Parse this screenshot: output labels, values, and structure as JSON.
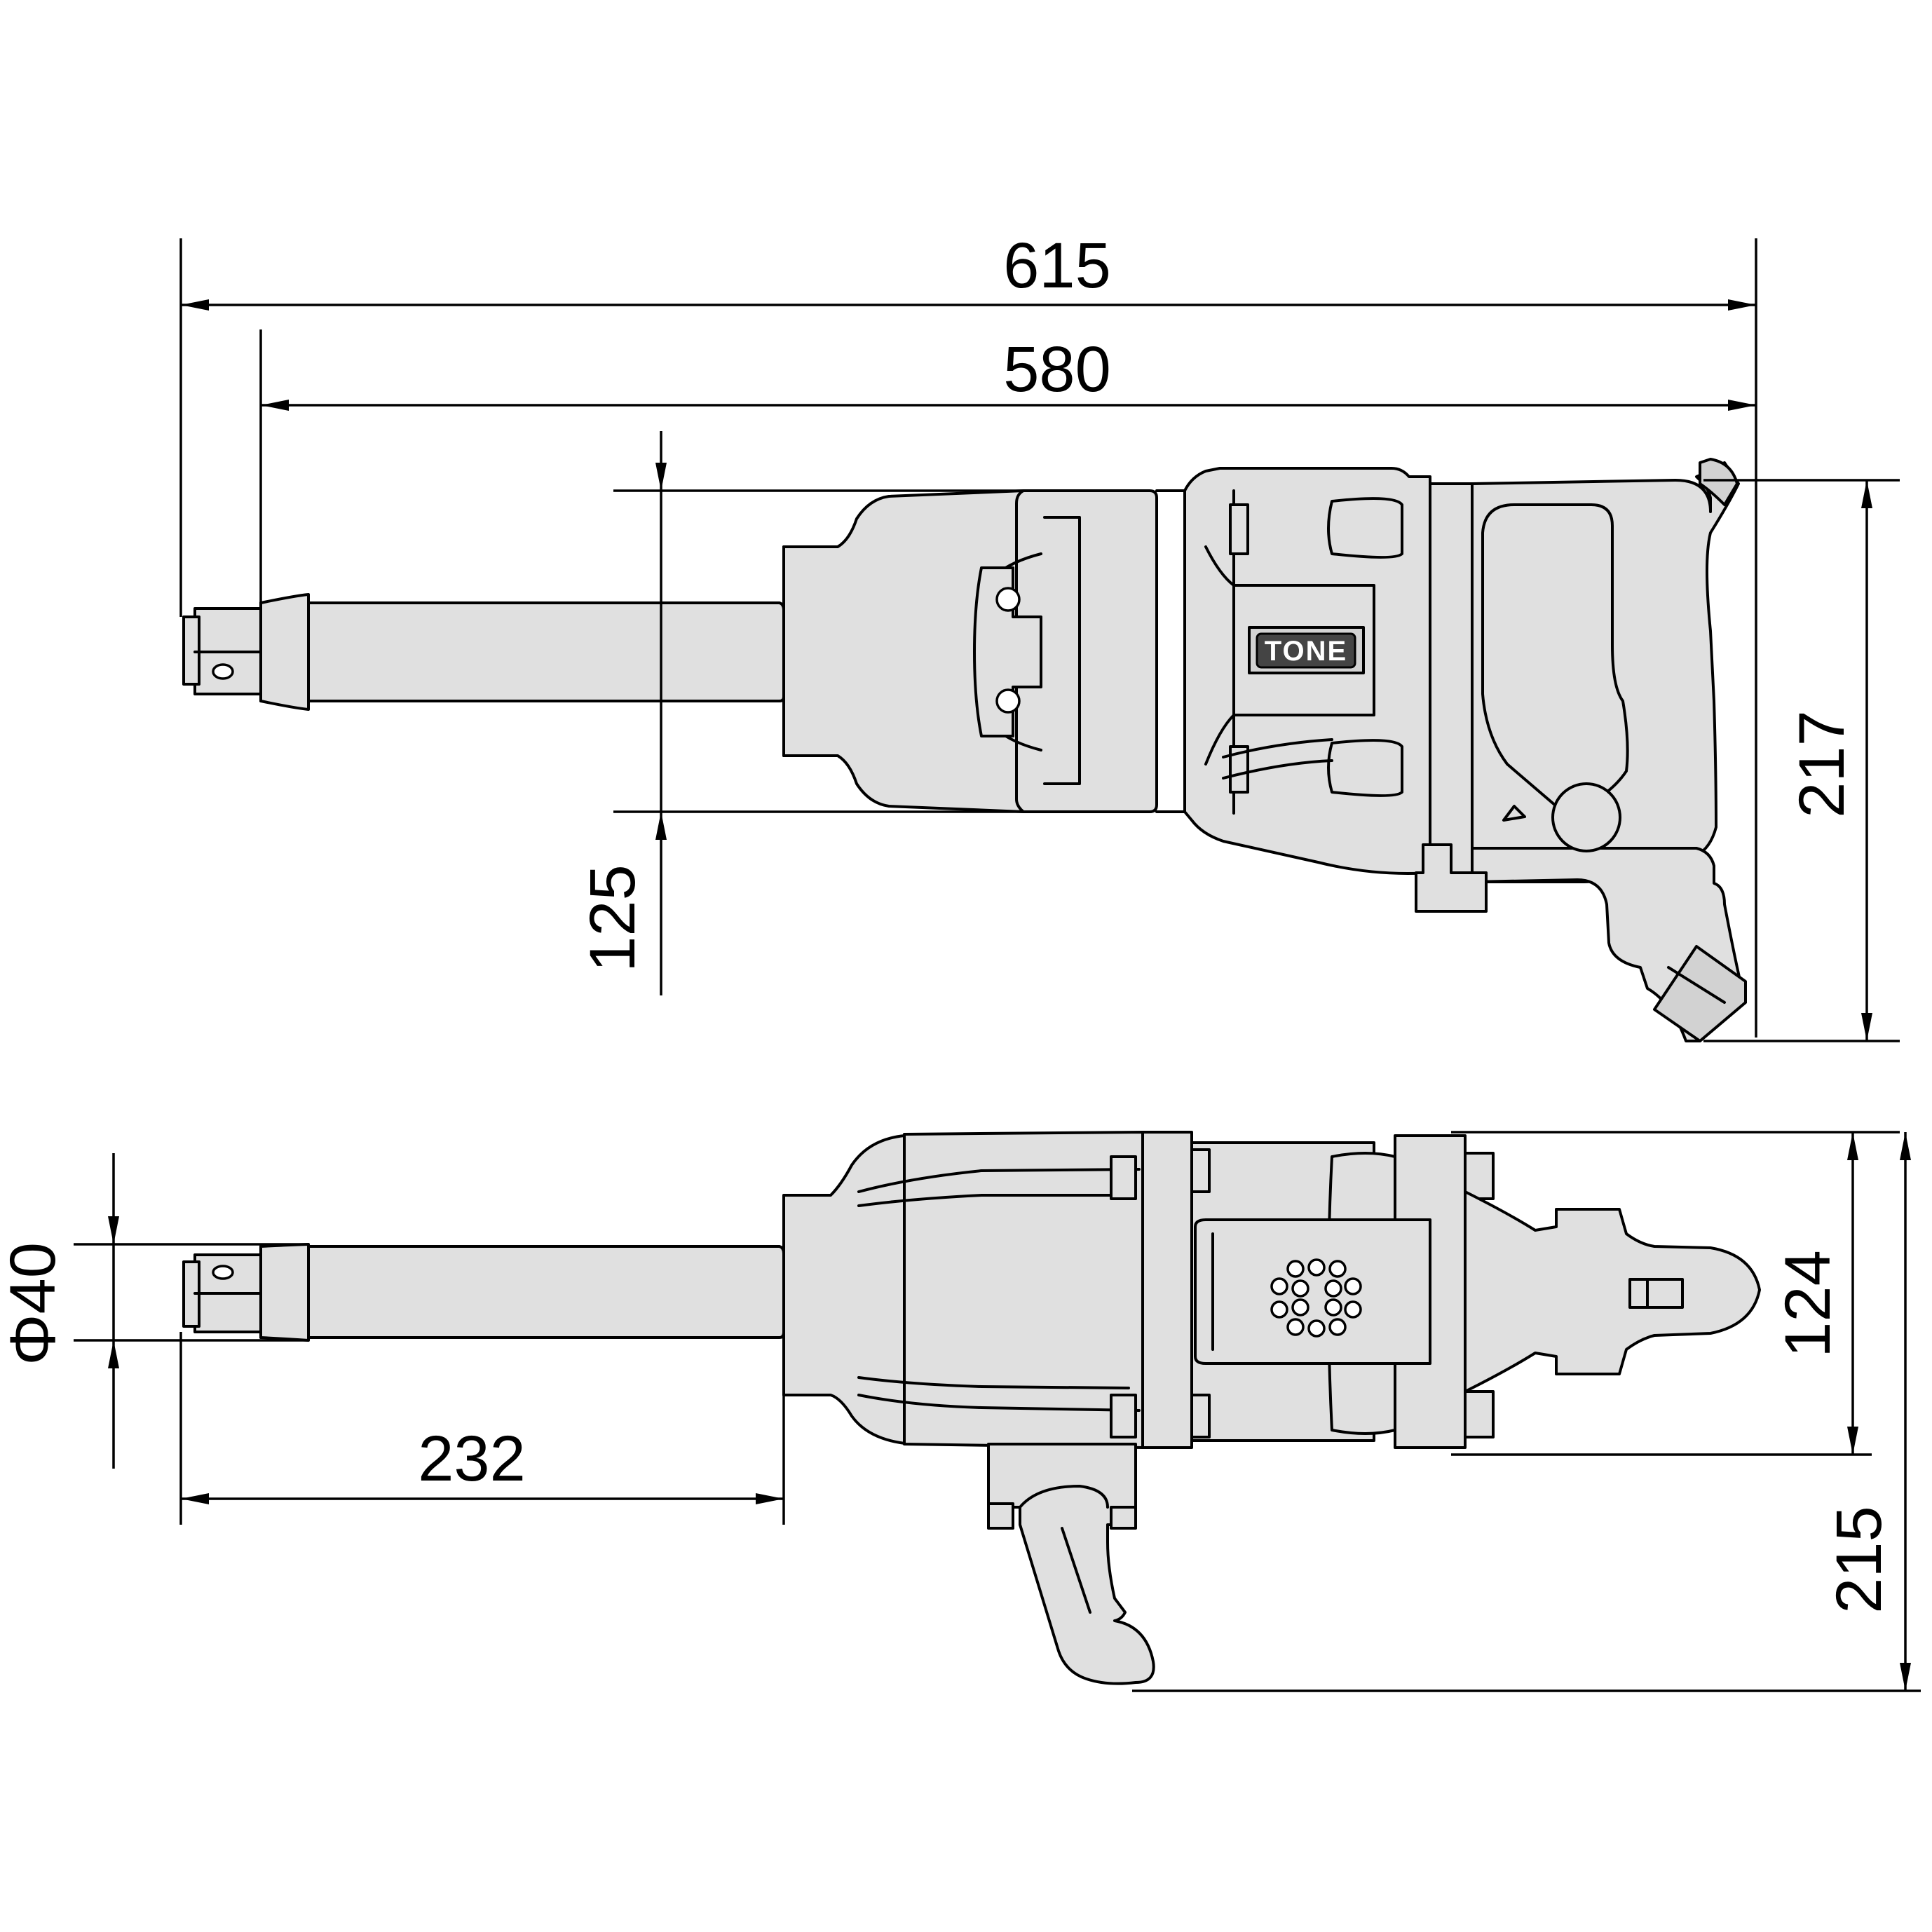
{
  "dimensions": {
    "overall_length": "615",
    "body_length": "580",
    "body_height": "125",
    "total_height": "217",
    "shank_diameter": "Φ40",
    "shank_length": "232",
    "body_width": "124",
    "total_width": "215"
  },
  "brand_label": "TONE",
  "colors": {
    "body_fill": "#e0e0e0",
    "line": "#000000",
    "background": "#ffffff"
  }
}
